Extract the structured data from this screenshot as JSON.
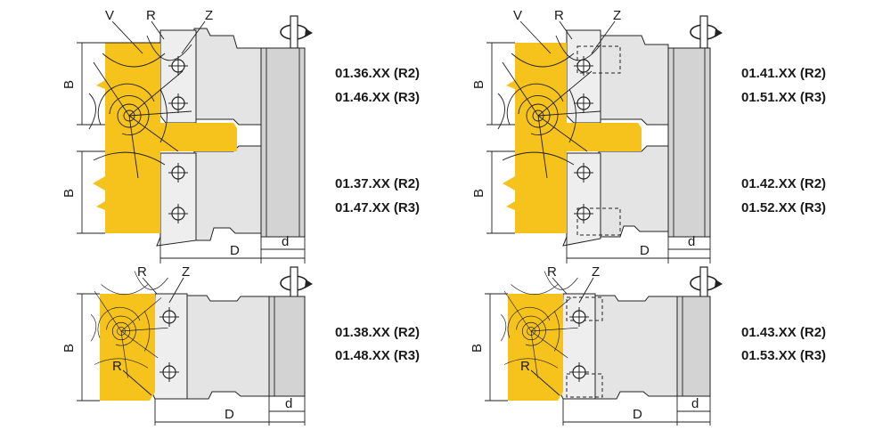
{
  "colors": {
    "wood": "#f6c21c",
    "steel_light": "#e4e4e4",
    "steel_dark": "#d3d3d3",
    "line": "#1f1f1f"
  },
  "icons": [
    "rotation-arrow-icon",
    "screw-hole-icon"
  ],
  "panels": [
    {
      "labels": {
        "v": "V",
        "r": "R",
        "z": "Z",
        "b_upper": "B",
        "b_lower": "B",
        "d_big": "D",
        "d_small": "d"
      },
      "codes": [
        "01.36.XX (R2)",
        "01.46.XX (R3)",
        "01.37.XX (R2)",
        "01.47.XX (R3)"
      ]
    },
    {
      "labels": {
        "v": "V",
        "r": "R",
        "z": "Z",
        "b_upper": "B",
        "b_lower": "B",
        "d_big": "D",
        "d_small": "d"
      },
      "codes": [
        "01.41.XX (R2)",
        "01.51.XX (R3)",
        "01.42.XX (R2)",
        "01.52.XX (R3)"
      ]
    },
    {
      "labels": {
        "r": "R",
        "z": "Z",
        "b": "B",
        "r_corner": "R",
        "d_big": "D",
        "d_small": "d"
      },
      "codes": [
        "01.38.XX (R2)",
        "01.48.XX (R3)"
      ]
    },
    {
      "labels": {
        "r": "R",
        "z": "Z",
        "b": "B",
        "r_corner": "R",
        "d_big": "D",
        "d_small": "d"
      },
      "codes": [
        "01.43.XX (R2)",
        "01.53.XX (R3)"
      ]
    }
  ]
}
